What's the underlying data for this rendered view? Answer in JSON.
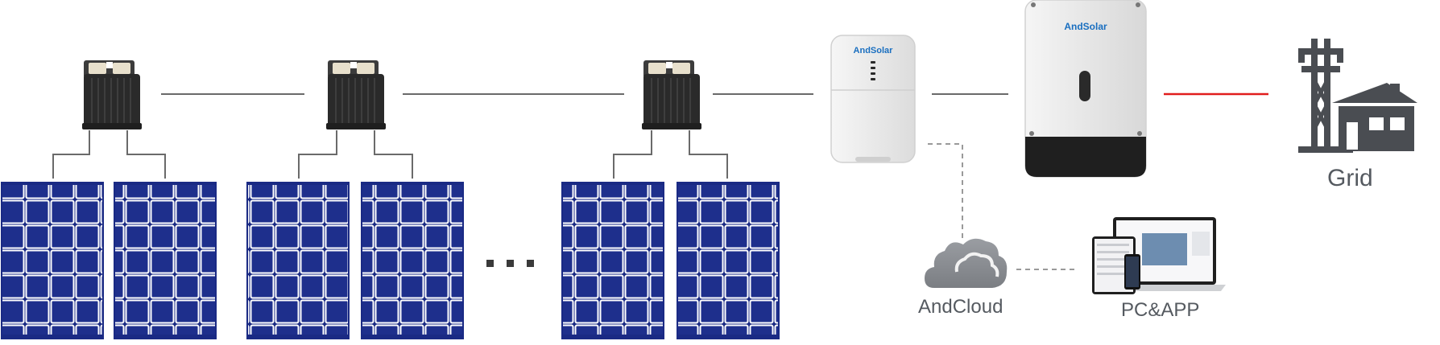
{
  "diagram": {
    "brand_label": "AndSolar",
    "labels": {
      "grid": "Grid",
      "cloud": "AndCloud",
      "pc_app": "PC&APP"
    },
    "ellipsis": "...",
    "components": {
      "microinverters": 3,
      "solar_panels": 6,
      "panel_cells_per_panel": "4 x 6"
    },
    "colors": {
      "panel_blue": "#1e2f8c",
      "panel_frame": "#1a2a84",
      "connection_line": "#6a6a6a",
      "grid_link": "#e11d1d",
      "device_body": "#ececec",
      "brand_blue": "#1a6fc0",
      "icon_dark": "#4a4d52",
      "cloud_gray": "#8a8d92"
    },
    "icons": [
      "microinverter-icon",
      "solar-panel-icon",
      "battery-icon",
      "inverter-icon",
      "grid-tower-icon",
      "house-icon",
      "cloud-icon",
      "laptop-icon",
      "phone-icon",
      "tablet-icon"
    ]
  }
}
